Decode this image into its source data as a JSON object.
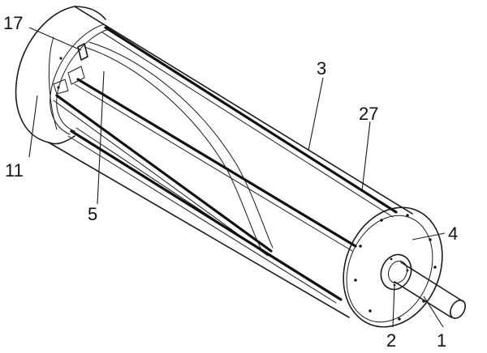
{
  "labels": {
    "l17": "17",
    "l3": "3",
    "l27": "27",
    "l4": "4",
    "l11": "11",
    "l5": "5",
    "l2": "2",
    "l1": "1"
  },
  "colors": {
    "line": "#1a1a1a",
    "background": "#ffffff"
  }
}
